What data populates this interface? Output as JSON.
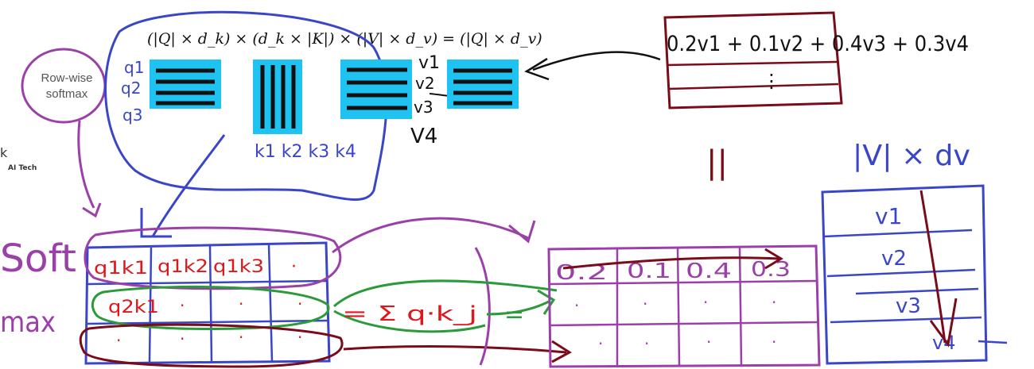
{
  "formula": "(|Q| × d_k) × (d_k × |K|) × (|V| × d_v) = (|Q| × d_v)",
  "softmax_note": {
    "line1": "Row-wise",
    "line2": "softmax"
  },
  "side_logo": {
    "mark": "k",
    "text": "AI Tech"
  },
  "query_labels": [
    "q1",
    "q2",
    "q3"
  ],
  "key_labels": "k1 k2 k3 k4",
  "value_labels": [
    "v1",
    "v2",
    "v3",
    "V4"
  ],
  "weighted_sum": {
    "row1": "0.2v1 + 0.1v2 + 0.4v3 + 0.3v4",
    "row2": "⋮"
  },
  "equals_mark": "||",
  "dims_label": "|V| × dv",
  "soft_label": {
    "line1": "Soft",
    "line2": "max"
  },
  "score_matrix": {
    "row1": [
      "q1k1",
      "q1k2",
      "q1k3",
      "·"
    ],
    "row2": [
      "q2k1",
      "·",
      "·",
      "·"
    ],
    "row3": [
      "·",
      "·",
      "·",
      "·"
    ]
  },
  "sum_expr": "= Σ q·k_j",
  "eq_sign": "=",
  "prob_matrix": {
    "row1": [
      "0.2",
      "0.1",
      "0.4",
      "0.3"
    ],
    "row2": [
      "·",
      "·",
      "·",
      "·"
    ],
    "row3": [
      "·",
      "·",
      "·",
      "·"
    ]
  },
  "value_matrix": [
    "v1",
    "v2",
    "v3",
    "v4"
  ],
  "colors": {
    "blue_ink": "#3a46c8",
    "purple_ink": "#9b40a8",
    "red_ink": "#e0161b",
    "maroon_ink": "#7a0c1a",
    "green_ink": "#2a9a3a",
    "cyan_fill": "#1ec3f2",
    "black_ink": "#111111"
  }
}
